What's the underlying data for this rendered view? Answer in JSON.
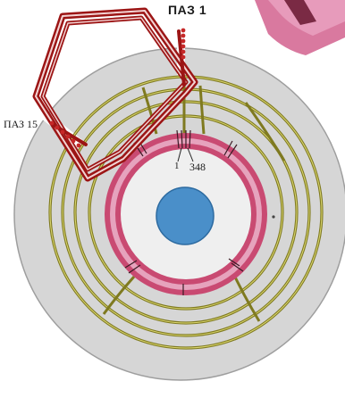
{
  "labels": {
    "slot_1": "ПАЗ 1",
    "slot_15": "ПАЗ 15",
    "conductor_first": "1",
    "conductor_last": "348"
  },
  "colors": {
    "disc_fill": "#d6d6d6",
    "disc_edge": "#9a9a9a",
    "hub_ring_outer": "#c94a72",
    "hub_ring_inner": "#e6a3bd",
    "hub_center_background": "#efefef",
    "shaft_hole": "#4a8fc9",
    "winding_wire": "#7f7a20",
    "winding_wire_core": "#d8d56a",
    "coil_bundle": "#b31b1b",
    "coil_bundle_core": "#f1c9c9",
    "slot_conductors": "#c62828",
    "tool_corner": "#d4729a"
  }
}
